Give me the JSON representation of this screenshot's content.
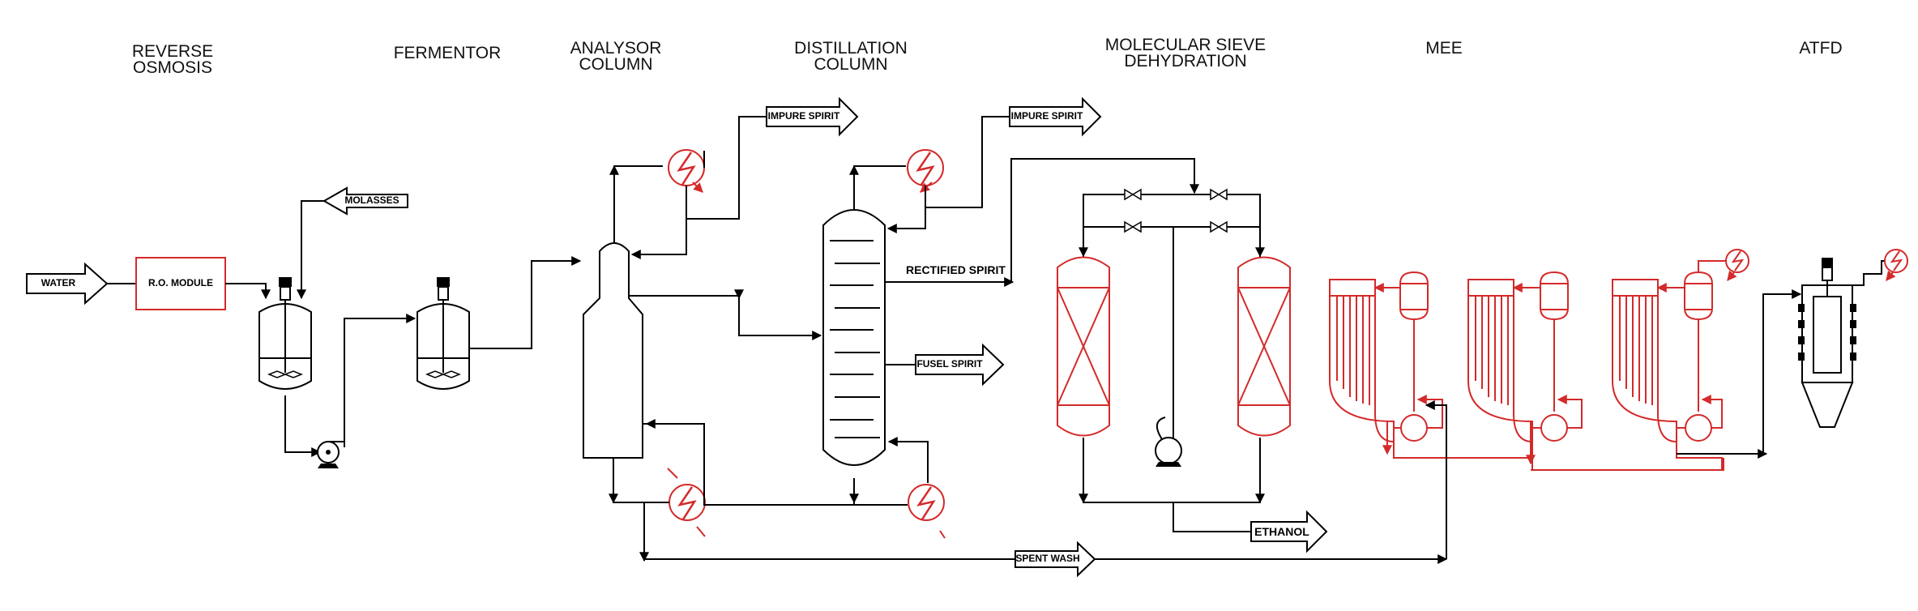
{
  "sections": [
    {
      "line1": "REVERSE",
      "line2": "OSMOSIS"
    },
    {
      "line1": "FERMENTOR",
      "line2": ""
    },
    {
      "line1": "ANALYSOR",
      "line2": "COLUMN"
    },
    {
      "line1": "DISTILLATION",
      "line2": "COLUMN"
    },
    {
      "line1": "MOLECULAR SIEVE",
      "line2": "DEHYDRATION"
    },
    {
      "line1": "MEE",
      "line2": ""
    },
    {
      "line1": "ATFD",
      "line2": ""
    }
  ],
  "streams": {
    "water": "WATER",
    "molasses": "MOLASSES",
    "impure_spirit_1": "IMPURE SPIRIT",
    "impure_spirit_2": "IMPURE SPIRIT",
    "fusel_spirit": "FUSEL SPIRIT",
    "ethanol": "ETHANOL",
    "spent_wash": "SPENT WASH"
  },
  "equipment": {
    "ro_module": "R.O. MODULE",
    "rectified_spirit": "RECTIFIED SPIRIT"
  },
  "colors": {
    "process_line": "#000000",
    "highlight": "#d42a2a"
  }
}
